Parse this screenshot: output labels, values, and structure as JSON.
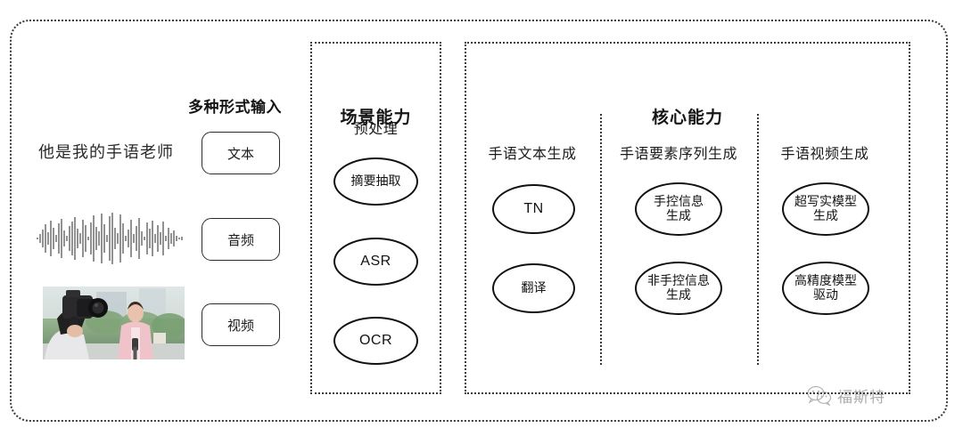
{
  "diagram": {
    "title_hidden": "",
    "watermark": {
      "icon": "wechat-icon",
      "text": "福斯特"
    }
  },
  "input_section": {
    "title": "多种形式输入",
    "sentence": "他是我的手语老师",
    "media": [
      {
        "type": "text-sample",
        "name": "text-sentence-sample"
      },
      {
        "type": "audio-waveform",
        "name": "audio-waveform-image"
      },
      {
        "type": "video-frame",
        "name": "video-thumbnail-image"
      }
    ],
    "chips": [
      {
        "label": "文本",
        "name": "input-chip-text"
      },
      {
        "label": "音频",
        "name": "input-chip-audio"
      },
      {
        "label": "视频",
        "name": "input-chip-video"
      }
    ]
  },
  "scene_panel": {
    "title": "场景能力",
    "group_label": "预处理",
    "nodes": [
      {
        "label": "摘要抽取",
        "script": "cjk"
      },
      {
        "label": "ASR",
        "script": "latin"
      },
      {
        "label": "OCR",
        "script": "latin"
      }
    ]
  },
  "core_panel": {
    "title": "核心能力",
    "columns": [
      {
        "heading": "手语文本生成",
        "nodes": [
          {
            "label": "TN",
            "script": "latin"
          },
          {
            "label": "翻译",
            "script": "cjk"
          }
        ]
      },
      {
        "heading": "手语要素序列生成",
        "nodes": [
          {
            "label": "手控信息\n生成",
            "script": "cjk"
          },
          {
            "label": "非手控信息\n生成",
            "script": "cjk"
          }
        ]
      },
      {
        "heading": "手语视频生成",
        "nodes": [
          {
            "label": "超写实模型\n生成",
            "script": "cjk"
          },
          {
            "label": "高精度模型\n驱动",
            "script": "cjk"
          }
        ]
      }
    ]
  },
  "colors": {
    "border": "#3a3a3a",
    "node_border": "#111111",
    "text": "#1a1a1a",
    "background": "#ffffff"
  }
}
